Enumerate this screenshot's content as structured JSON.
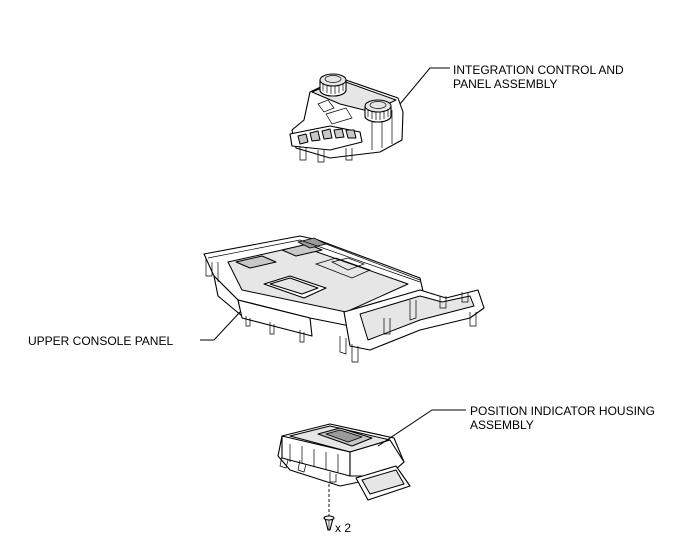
{
  "labels": {
    "integration_control": [
      "INTEGRATION CONTROL AND",
      "PANEL ASSEMBLY"
    ],
    "upper_console": [
      "UPPER CONSOLE PANEL"
    ],
    "position_indicator": [
      "POSITION INDICATOR HOUSING",
      "ASSEMBLY"
    ],
    "clip_quantity": "x 2"
  },
  "colors": {
    "line": "#000000",
    "background": "#ffffff",
    "shade_light": "#e6e6e6",
    "shade_mid": "#c8c8c8",
    "shade_dark": "#9a9a9a"
  }
}
